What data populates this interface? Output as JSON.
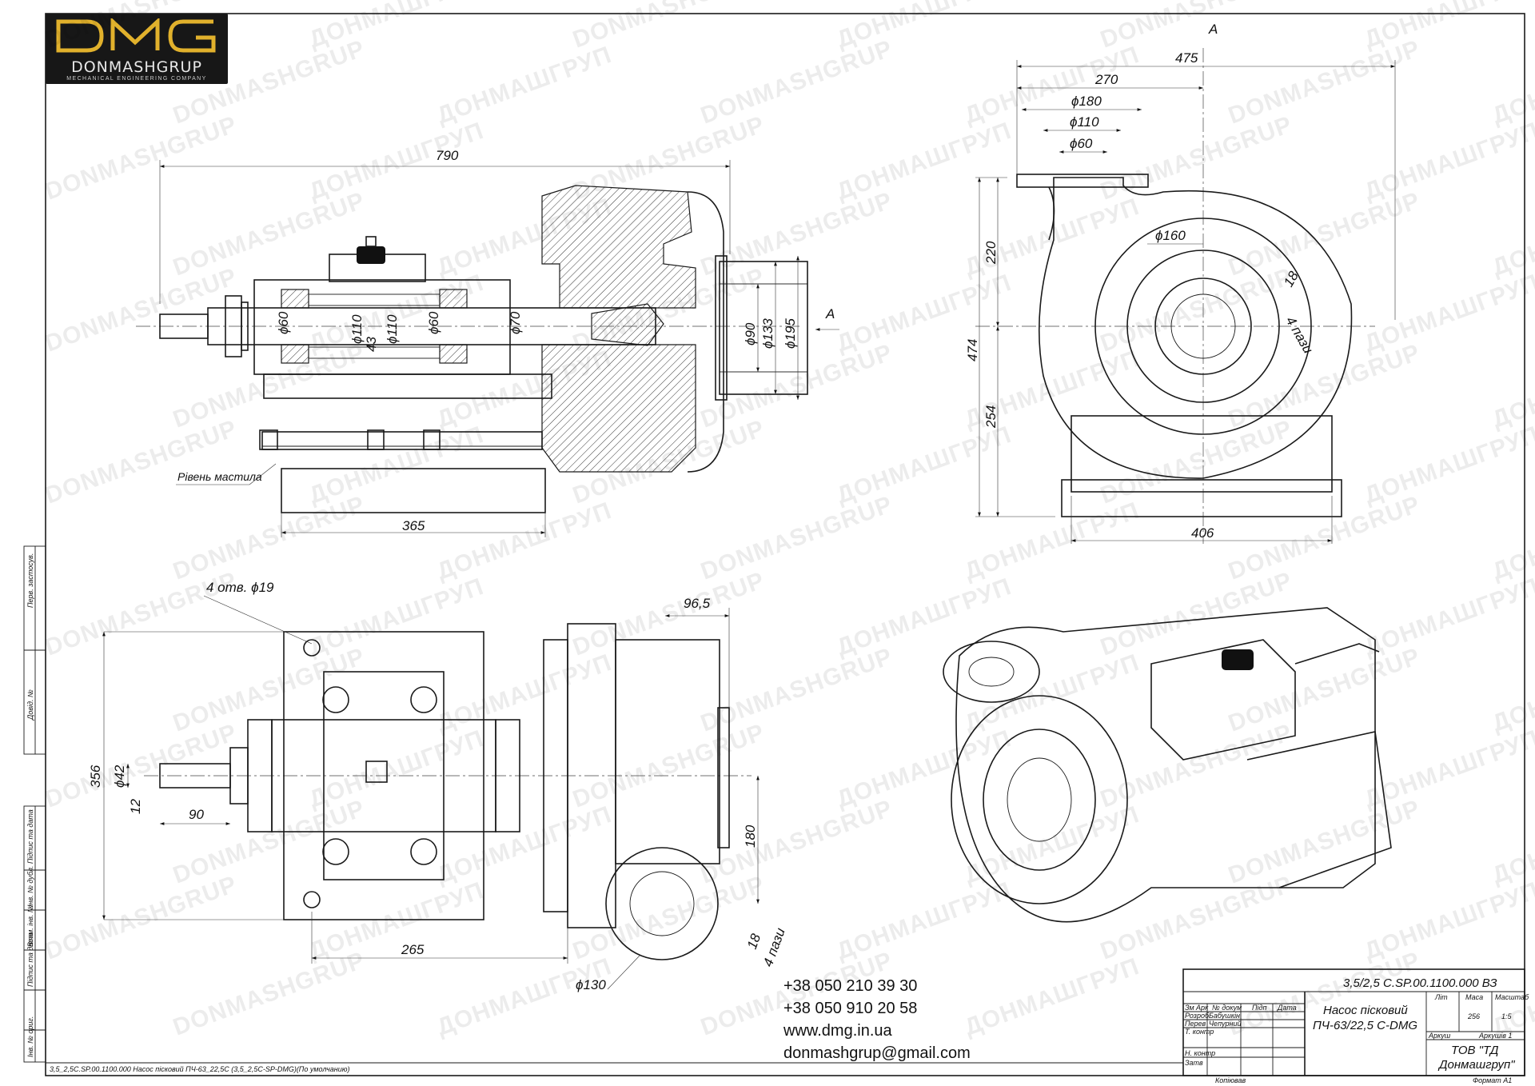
{
  "company": {
    "logo_mark": "DMG",
    "logo_name": "DONMASHGRUP",
    "logo_tagline": "MECHANICAL ENGINEERING COMPANY",
    "watermark_latin": "DONMASHGRUP",
    "watermark_cyrillic": "ДОНМАШГРУП"
  },
  "colors": {
    "logo_bg": "#171717",
    "logo_accent": "#e1b12c",
    "line": "#1a1a1a"
  },
  "contacts": {
    "phone1": "+38 050 210 39 30",
    "phone2": "+38 050 910 20 58",
    "website": "www.dmg.in.ua",
    "email": "donmashgrup@gmail.com"
  },
  "section_view": {
    "overall_length": "790",
    "base_length": "365",
    "d_shaft_60a": "ϕ60",
    "d_bearing_110a": "ϕ110",
    "d_43": "43",
    "d_bearing_110b": "ϕ110",
    "d_shaft_60b": "ϕ60",
    "d_70": "ϕ70",
    "d_90": "ϕ90",
    "d_133": "ϕ133",
    "d_195": "ϕ195",
    "view_arrow": "A",
    "oil_level_label": "Рівень мастила"
  },
  "view_a": {
    "title": "A",
    "width_475": "475",
    "dim_270": "270",
    "d_180": "ϕ180",
    "d_110": "ϕ110",
    "d_60": "ϕ60",
    "h_220": "220",
    "h_474": "474",
    "h_254": "254",
    "d_160": "ϕ160",
    "slot_18": "18",
    "slots_label": "4 пази",
    "base_406": "406"
  },
  "plan_view": {
    "holes_label": "4 отв. ϕ19",
    "dim_96_5": "96,5",
    "dim_356": "356",
    "d_42": "ϕ42",
    "dim_12": "12",
    "dim_90": "90",
    "dim_265": "265",
    "dim_180": "180",
    "slot_18": "18",
    "slots_label": "4 пази",
    "d_130": "ϕ130"
  },
  "side_stamps": [
    "Перв. застосув.",
    "Довід. №",
    "Підпис та дата",
    "Інв. № дубл.",
    "Взам. інв. №",
    "Підпис та дата",
    "Інв. № ориг."
  ],
  "title_block": {
    "doc_number": "3,5/2,5 С.SP.00.1100.000 ВЗ",
    "name_line1": "Насос пісковий",
    "name_line2": "ПЧ-63/22,5 С-DMG",
    "hdr_lit": "Літ",
    "hdr_mass": "Маса",
    "hdr_scale": "Масштаб",
    "mass": "256",
    "scale": "1:5",
    "sheet_label": "Аркуш",
    "sheets_label": "Аркушів 1",
    "org_line1": "ТОВ \"ТД",
    "org_line2": "Донмашгруп\"",
    "rev_headers": [
      "Зм",
      "Арк",
      "№ докум",
      "Підп",
      "Дата"
    ],
    "roles": [
      "Розроб",
      "Перев",
      "Т. контр",
      "Н. контр",
      "Затв"
    ],
    "names": [
      "Бабушкін",
      "Чепурний"
    ],
    "copied_label": "Копіював",
    "format_label": "Формат А1",
    "file_caption": "3,5_2,5С.SP.00.1100.000 Насос пісковий ПЧ-63_22,5С (3,5_2,5С-SP-DMG)(По умолчанию)"
  }
}
